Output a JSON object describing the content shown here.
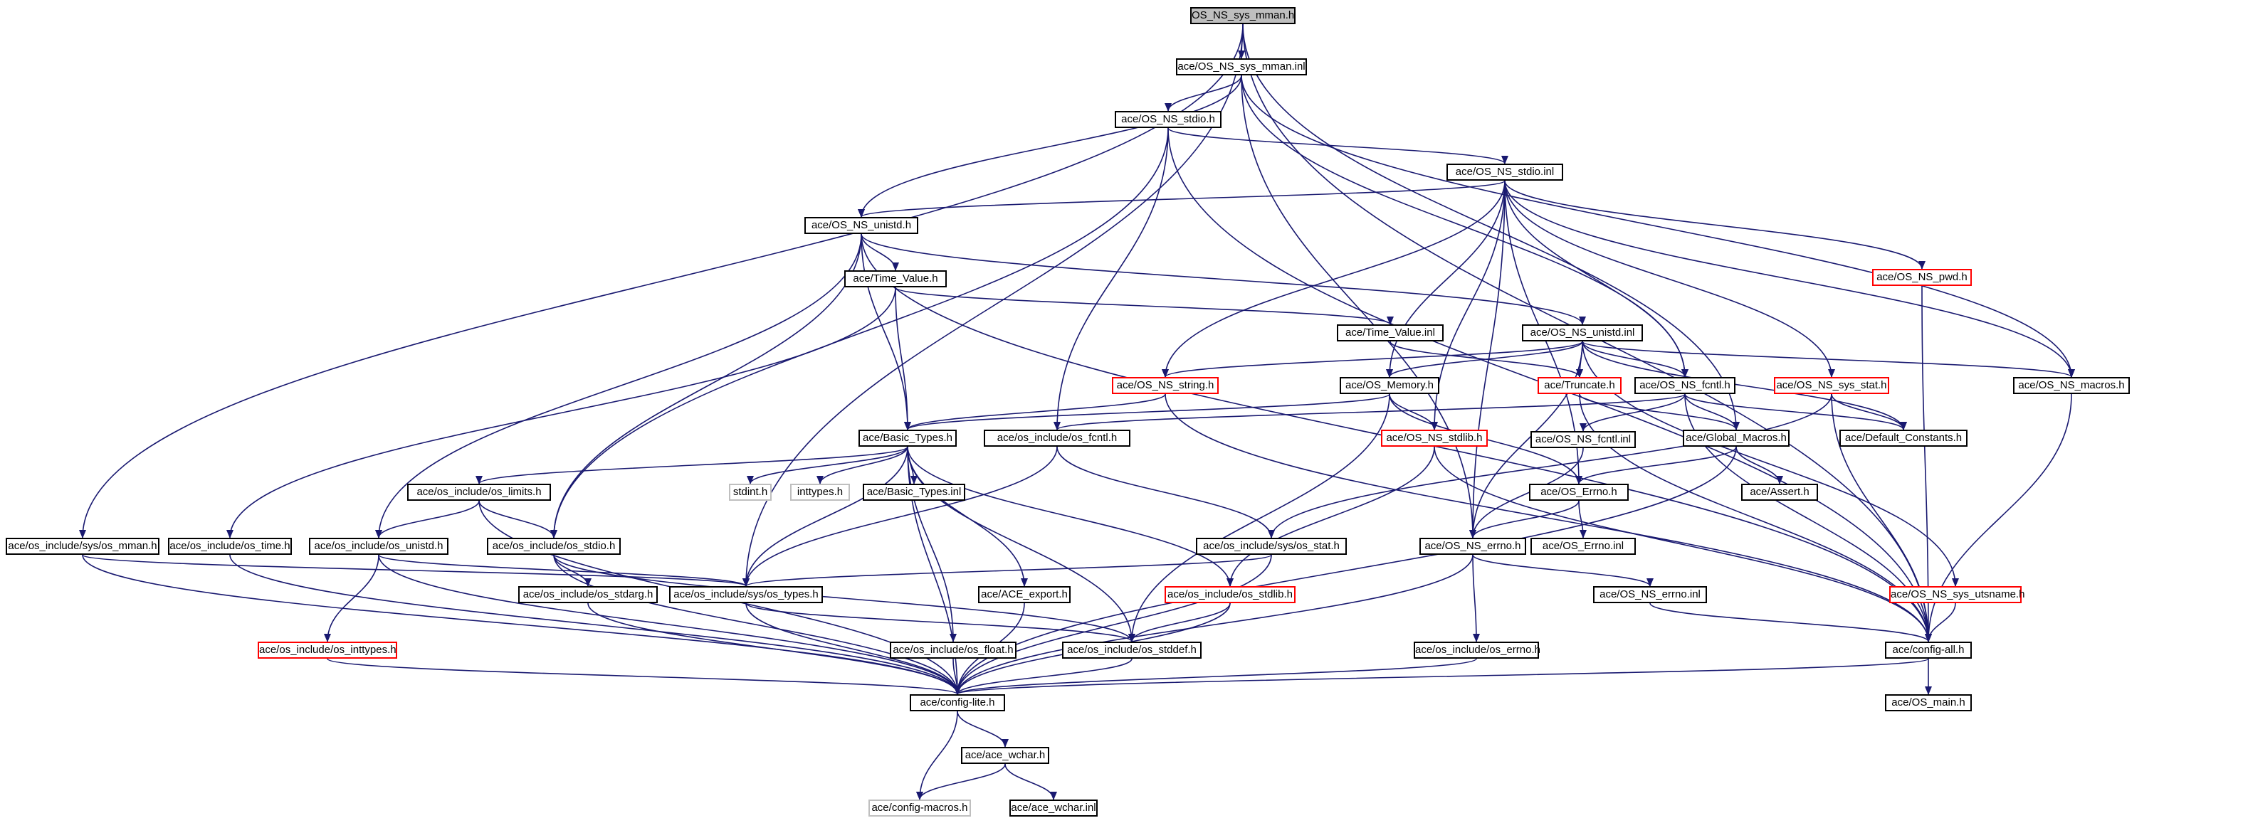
{
  "graph": {
    "edge_color": "#191970",
    "nodes": [
      {
        "id": "root",
        "label": "OS_NS_sys_mman.h",
        "style": "root"
      },
      {
        "id": "mman_inl",
        "label": "ace/OS_NS_sys_mman.inl",
        "style": "normal"
      },
      {
        "id": "stdio_h",
        "label": "ace/OS_NS_stdio.h",
        "style": "normal"
      },
      {
        "id": "stdio_inl",
        "label": "ace/OS_NS_stdio.inl",
        "style": "normal"
      },
      {
        "id": "unistd_h",
        "label": "ace/OS_NS_unistd.h",
        "style": "normal"
      },
      {
        "id": "pwd_h",
        "label": "ace/OS_NS_pwd.h",
        "style": "red"
      },
      {
        "id": "time_value_h",
        "label": "ace/Time_Value.h",
        "style": "normal"
      },
      {
        "id": "time_value_inl",
        "label": "ace/Time_Value.inl",
        "style": "normal"
      },
      {
        "id": "unistd_inl",
        "label": "ace/OS_NS_unistd.inl",
        "style": "normal"
      },
      {
        "id": "string_h",
        "label": "ace/OS_NS_string.h",
        "style": "red"
      },
      {
        "id": "memory_h",
        "label": "ace/OS_Memory.h",
        "style": "normal"
      },
      {
        "id": "truncate_h",
        "label": "ace/Truncate.h",
        "style": "red"
      },
      {
        "id": "fcntl_h",
        "label": "ace/OS_NS_fcntl.h",
        "style": "normal"
      },
      {
        "id": "sys_stat_h",
        "label": "ace/OS_NS_sys_stat.h",
        "style": "red"
      },
      {
        "id": "macros_h",
        "label": "ace/OS_NS_macros.h",
        "style": "normal"
      },
      {
        "id": "basic_types_h",
        "label": "ace/Basic_Types.h",
        "style": "normal"
      },
      {
        "id": "os_fcntl",
        "label": "ace/os_include/os_fcntl.h",
        "style": "normal"
      },
      {
        "id": "stdlib_h",
        "label": "ace/OS_NS_stdlib.h",
        "style": "red"
      },
      {
        "id": "global_macros",
        "label": "ace/Global_Macros.h",
        "style": "normal"
      },
      {
        "id": "default_constants",
        "label": "ace/Default_Constants.h",
        "style": "normal"
      },
      {
        "id": "os_limits",
        "label": "ace/os_include/os_limits.h",
        "style": "normal"
      },
      {
        "id": "stdint",
        "label": "stdint.h",
        "style": "gray"
      },
      {
        "id": "inttypes",
        "label": "inttypes.h",
        "style": "gray"
      },
      {
        "id": "basic_types_inl",
        "label": "ace/Basic_Types.inl",
        "style": "normal"
      },
      {
        "id": "fcntl_inl",
        "label": "ace/OS_NS_fcntl.inl",
        "style": "normal"
      },
      {
        "id": "errno_h",
        "label": "ace/OS_Errno.h",
        "style": "normal"
      },
      {
        "id": "assert_h",
        "label": "ace/Assert.h",
        "style": "normal"
      },
      {
        "id": "errno_inl",
        "label": "ace/OS_Errno.inl",
        "style": "normal"
      },
      {
        "id": "sys_os_mman",
        "label": "ace/os_include/sys/os_mman.h",
        "style": "normal"
      },
      {
        "id": "os_time",
        "label": "ace/os_include/os_time.h",
        "style": "normal"
      },
      {
        "id": "os_unistd",
        "label": "ace/os_include/os_unistd.h",
        "style": "normal"
      },
      {
        "id": "os_stdio",
        "label": "ace/os_include/os_stdio.h",
        "style": "normal"
      },
      {
        "id": "sys_os_stat",
        "label": "ace/os_include/sys/os_stat.h",
        "style": "normal"
      },
      {
        "id": "ns_errno_h",
        "label": "ace/OS_NS_errno.h",
        "style": "normal"
      },
      {
        "id": "os_stdarg",
        "label": "ace/os_include/os_stdarg.h",
        "style": "normal"
      },
      {
        "id": "sys_os_types",
        "label": "ace/os_include/sys/os_types.h",
        "style": "normal"
      },
      {
        "id": "ace_export",
        "label": "ace/ACE_export.h",
        "style": "normal"
      },
      {
        "id": "os_stdlib",
        "label": "ace/os_include/os_stdlib.h",
        "style": "red"
      },
      {
        "id": "ns_errno_inl",
        "label": "ace/OS_NS_errno.inl",
        "style": "normal"
      },
      {
        "id": "utsname_h",
        "label": "ace/OS_NS_sys_utsname.h",
        "style": "red"
      },
      {
        "id": "os_inttypes",
        "label": "ace/os_include/os_inttypes.h",
        "style": "red"
      },
      {
        "id": "os_float",
        "label": "ace/os_include/os_float.h",
        "style": "normal"
      },
      {
        "id": "os_stddef",
        "label": "ace/os_include/os_stddef.h",
        "style": "normal"
      },
      {
        "id": "os_errno",
        "label": "ace/os_include/os_errno.h",
        "style": "normal"
      },
      {
        "id": "config_all",
        "label": "ace/config-all.h",
        "style": "normal"
      },
      {
        "id": "config_lite",
        "label": "ace/config-lite.h",
        "style": "normal"
      },
      {
        "id": "os_main",
        "label": "ace/OS_main.h",
        "style": "normal"
      },
      {
        "id": "ace_wchar_h",
        "label": "ace/ace_wchar.h",
        "style": "normal"
      },
      {
        "id": "config_macros",
        "label": "ace/config-macros.h",
        "style": "gray"
      },
      {
        "id": "ace_wchar_inl",
        "label": "ace/ace_wchar.inl",
        "style": "normal"
      }
    ]
  }
}
